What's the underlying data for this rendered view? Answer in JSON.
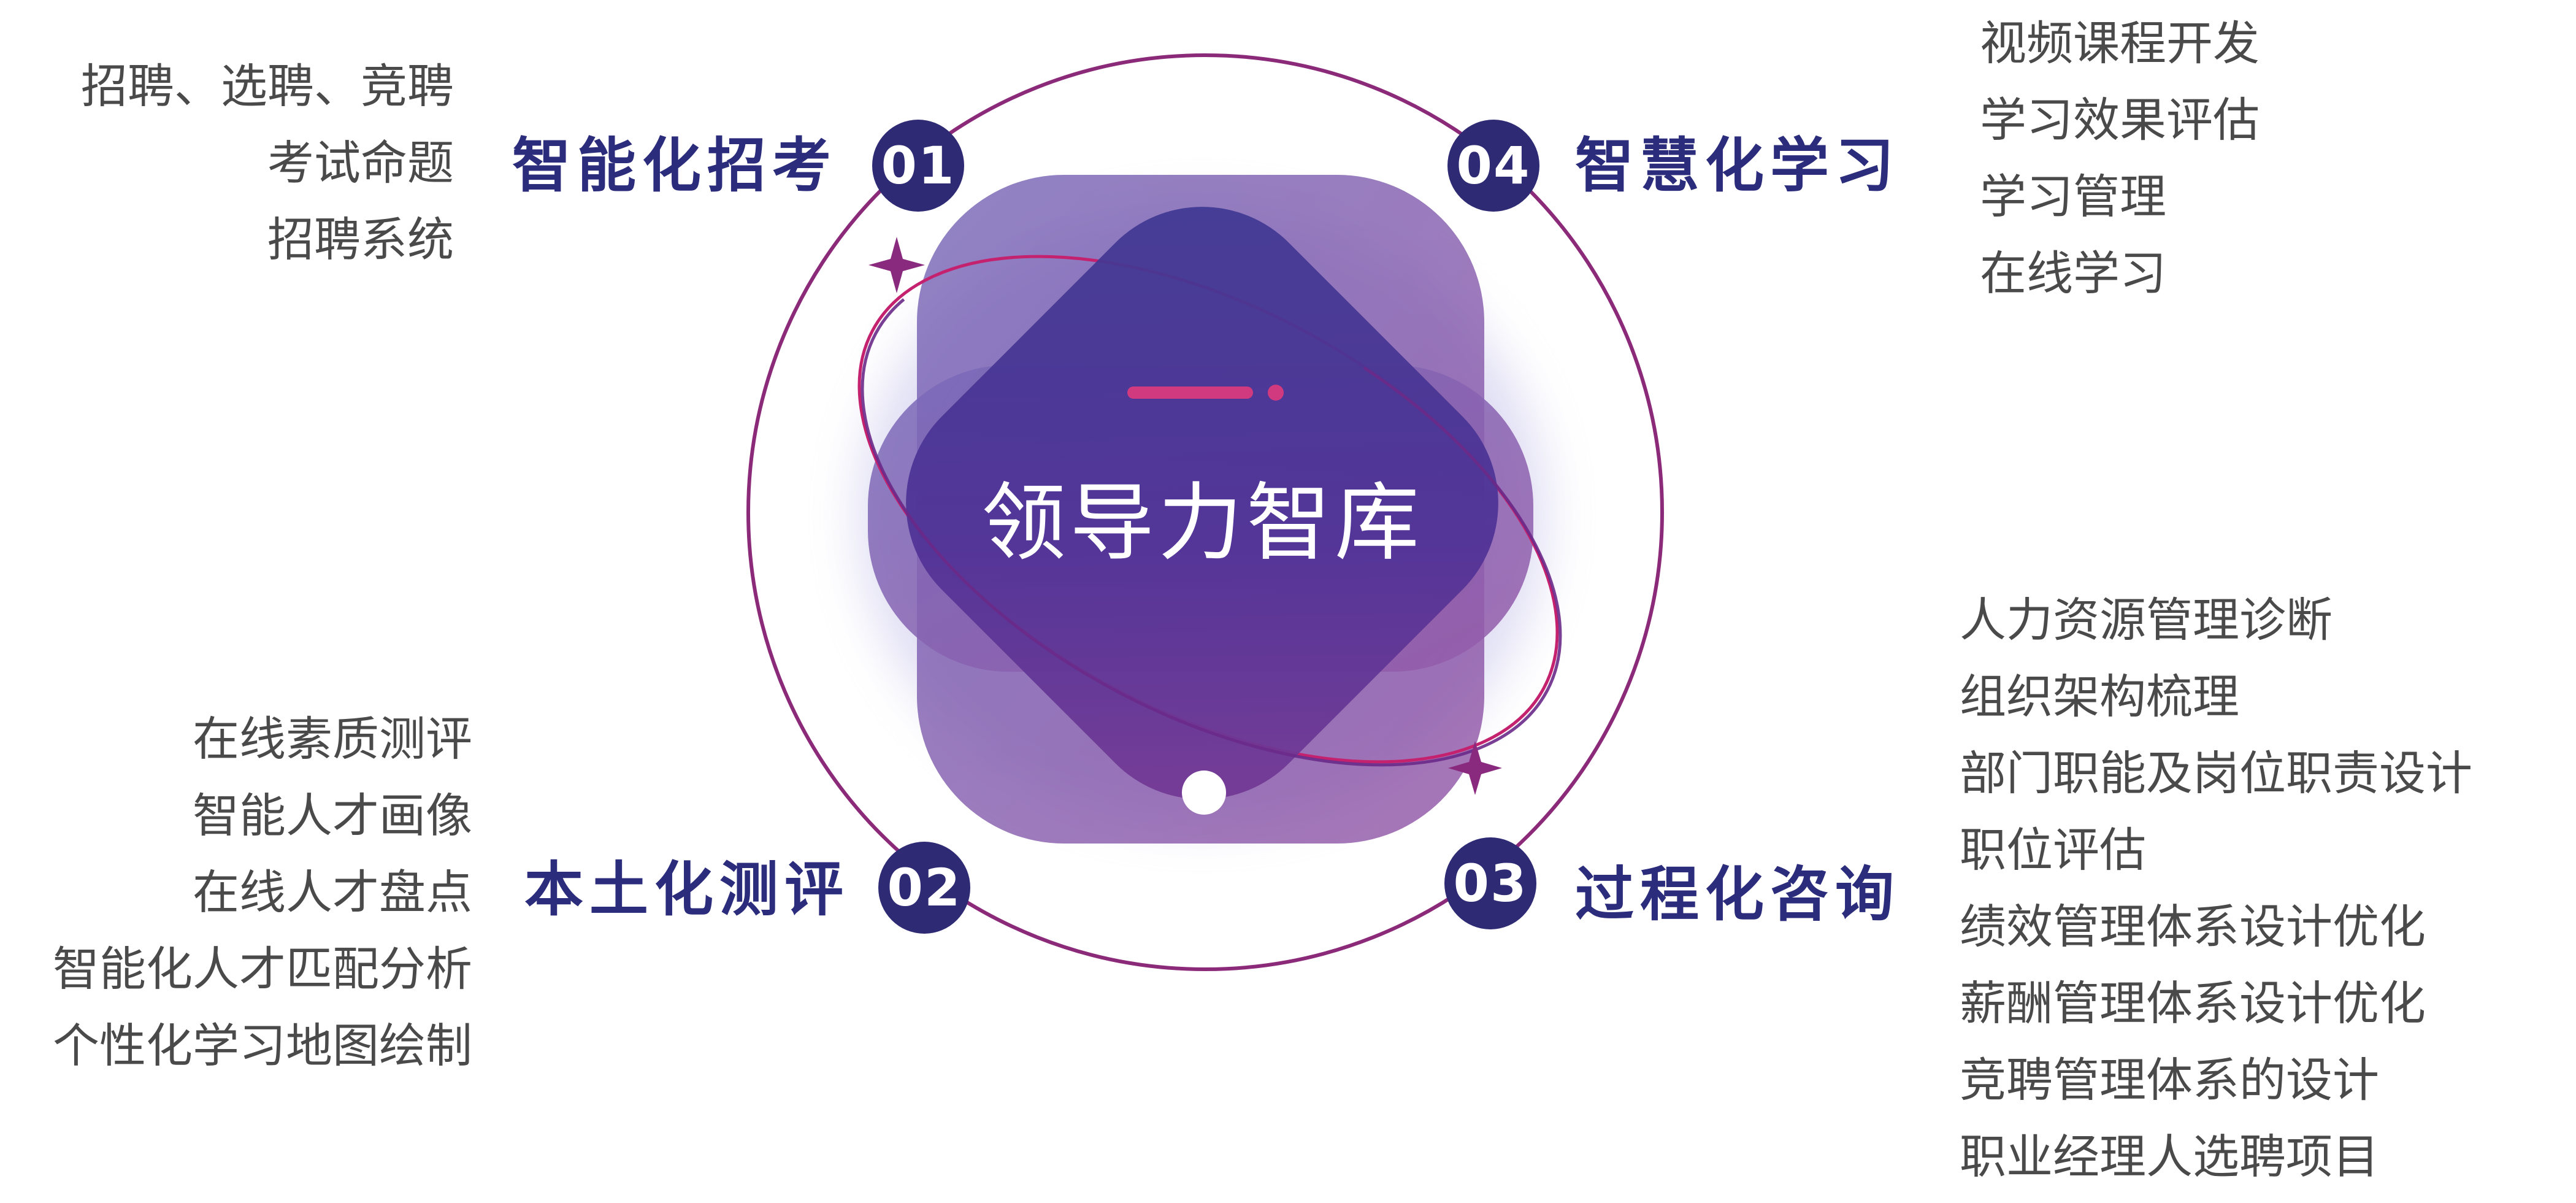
{
  "center": {
    "title": "领导力智库"
  },
  "sections": {
    "s01": {
      "number": "01",
      "title": "智能化招考",
      "items": [
        "招聘、选聘、竞聘",
        "考试命题",
        "招聘系统"
      ]
    },
    "s02": {
      "number": "02",
      "title": "本土化测评",
      "items": [
        "在线素质测评",
        "智能人才画像",
        "在线人才盘点",
        "智能化人才匹配分析",
        "个性化学习地图绘制"
      ]
    },
    "s03": {
      "number": "03",
      "title": "过程化咨询",
      "items": [
        "人力资源管理诊断",
        "组织架构梳理",
        "部门职能及岗位职责设计",
        "职位评估",
        "绩效管理体系设计优化",
        "薪酬管理体系设计优化",
        "竞聘管理体系的设计",
        "职业经理人选聘项目"
      ]
    },
    "s04": {
      "number": "04",
      "title": "智慧化学习",
      "items": [
        "视频课程开发",
        "学习效果评估",
        "学习管理",
        "在线学习"
      ]
    }
  },
  "colors": {
    "badge": "#2f2a74",
    "title": "#2c2c7c",
    "text": "#4a4a4a",
    "ring": "#8c2a7a",
    "orbit": "#c4226e",
    "blob_light": "#5c3d98",
    "blob_dark": "#3c2a86",
    "accent_dash": "#d23a7f"
  }
}
